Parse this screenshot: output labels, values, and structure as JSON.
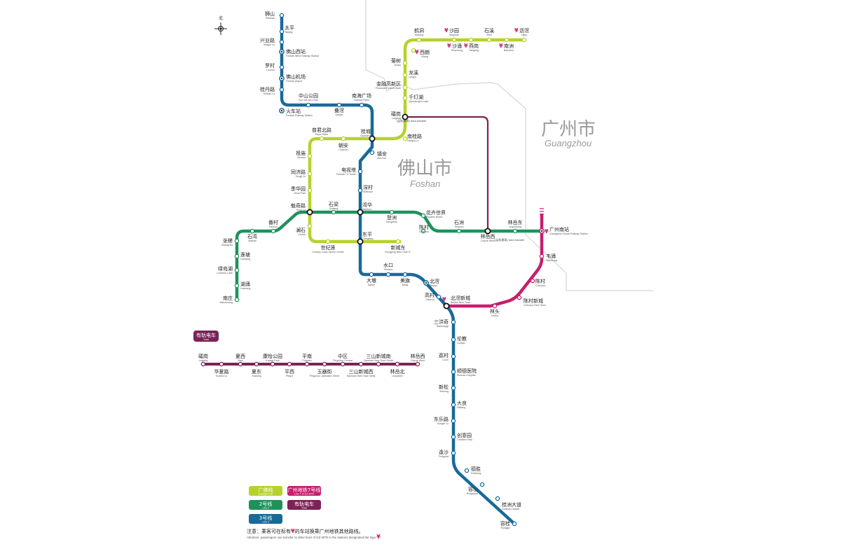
{
  "cities": {
    "foshan": {
      "cn": "佛山市",
      "en": "Foshan"
    },
    "guangzhou": {
      "cn": "广州市",
      "en": "Guangzhou"
    }
  },
  "compass": {
    "label": "北"
  },
  "colors": {
    "guangfo": "#b6d22a",
    "line2": "#20915b",
    "line3": "#176a9a",
    "gz7": "#c51f6e",
    "tram": "#7a2357",
    "boundary": "#d6d6d6"
  },
  "legend": {
    "guangfo": {
      "cn": "广佛线",
      "en": "Guangfo Line"
    },
    "gz7": {
      "cn": "广州地铁7号线",
      "en": "Line 7 of GZ MTR"
    },
    "line2": {
      "cn": "2号线",
      "en": "Line 2"
    },
    "tram": {
      "cn": "有轨电车",
      "en": "Tram"
    },
    "line3": {
      "cn": "3号线",
      "en": "Line 3"
    },
    "tram_box": {
      "cn": "有轨电车",
      "en": "Tram"
    }
  },
  "note": {
    "cn_prefix": "注意：乘客可在标有",
    "cn_suffix": "的车站换乘广州地铁其他路线。",
    "en": "Attention, passengers can transfer to other lines of GZ MTR in the stations designated the logo",
    "yuan": "¥"
  },
  "stations": {
    "s01": {
      "cn": "狮山",
      "en": "Shishan"
    },
    "s02": {
      "cn": "太平",
      "en": "Taiping"
    },
    "s03": {
      "cn": "兴业路",
      "en": "Xingye Lu"
    },
    "s04": {
      "cn": "佛山西站",
      "en": "Foshan West Railway Station"
    },
    "s05": {
      "cn": "罗村",
      "en": "Luocun"
    },
    "s06": {
      "cn": "佛山机场",
      "en": "Foshan Airport"
    },
    "s07": {
      "cn": "桂丹路",
      "en": "Guidan Lu"
    },
    "s08": {
      "cn": "火车站",
      "en": "Foshan Railway Station"
    },
    "s09": {
      "cn": "中山公园",
      "en": "Sun Yat-sen Park"
    },
    "s10": {
      "cn": "叠滘",
      "en": "Diejiao"
    },
    "s11": {
      "cn": "南海广场",
      "en": "Nanhai Plaza"
    },
    "s12": {
      "cn": "普君北路",
      "en": "Pujun Beilu"
    },
    "s13": {
      "cn": "朝安",
      "en": "Chao'an"
    },
    "s14": {
      "cn": "桂城",
      "en": "Guicheng"
    },
    "s15": {
      "cn": "南桂路",
      "en": "Nangui Lu"
    },
    "s16": {
      "cn": "祖庙",
      "en": "Zumiao"
    },
    "s17": {
      "cn": "同济路",
      "en": "Tongji Lu"
    },
    "s18": {
      "cn": "季华园",
      "en": "Jihua Park"
    },
    "s19": {
      "cn": "魁奇路",
      "en": "Kuiqi Lu"
    },
    "s20": {
      "cn": "澜石",
      "en": "Lanshi"
    },
    "s21": {
      "cn": "世纪莲",
      "en": "Century Lotus Sports Centre"
    },
    "s22": {
      "cn": "东平",
      "en": "Dongping"
    },
    "s23": {
      "cn": "新城东",
      "en": "Dongping New Town E."
    },
    "s24": {
      "cn": "镇安",
      "en": "Zhen'an"
    },
    "s25": {
      "cn": "电视塔",
      "en": "Foshan TV Tower"
    },
    "s26": {
      "cn": "深村",
      "en": "Shencun"
    },
    "s27": {
      "cn": "湾华",
      "en": "Wanhua"
    },
    "s28": {
      "cn": "石梁",
      "en": "Shiliang"
    },
    "s29": {
      "cn": "登洲",
      "en": "Dengzhou"
    },
    "s30": {
      "cn": "花卉世界",
      "en": "Flowers World"
    },
    "s31": {
      "cn": "陈村",
      "en": "Chencun"
    },
    "s32": {
      "cn": "石洲",
      "en": "Shizhou"
    },
    "s33": {
      "cn": "林岳西",
      "en": "Linyue West"
    },
    "s34": {
      "cn": "林岳东",
      "en": "Linyuedong"
    },
    "s35": {
      "cn": "广州南站",
      "en": "Guangzhou South Railway Station"
    },
    "s36": {
      "cn": "番村",
      "en": "Pancun"
    },
    "s37": {
      "cn": "石湾",
      "en": "Shiwan"
    },
    "s38": {
      "cn": "张槎",
      "en": "Zhangcha"
    },
    "s39": {
      "cn": "莲塘",
      "en": "Liantang"
    },
    "s40": {
      "cn": "绿岛湖",
      "en": "Lvdaohu Lake"
    },
    "s41": {
      "cn": "湖涌",
      "en": "Huchong"
    },
    "s42": {
      "cn": "南庄",
      "en": "Nanzhuang"
    },
    "s43": {
      "cn": "水口",
      "en": "Shuikou"
    },
    "s44": {
      "cn": "大墩",
      "en": "Dadun"
    },
    "s45": {
      "cn": "美旗",
      "en": "Meiqi"
    },
    "s46": {
      "cn": "北滘",
      "en": "Beijiao"
    },
    "s47": {
      "cn": "高村",
      "en": "Gaocun"
    },
    "s48": {
      "cn": "北滘新城",
      "en": "Beijiao New Town"
    },
    "s49": {
      "cn": "林头",
      "en": "Lintou"
    },
    "s50": {
      "cn": "陈村新城",
      "en": "Chencun New Town"
    },
    "s51": {
      "cn": "陈村",
      "en": "Chencun"
    },
    "s52": {
      "cn": "韦涌",
      "en": "Weichong"
    },
    "s53": {
      "cn": "三洪奇",
      "en": "Sanhongqi"
    },
    "s54": {
      "cn": "伦教",
      "en": "Lunjiao"
    },
    "s55": {
      "cn": "荔村",
      "en": "Licun"
    },
    "s56": {
      "cn": "顺德医院",
      "en": "Shunde Hospital"
    },
    "s57": {
      "cn": "新松",
      "en": "Xinsong"
    },
    "s58": {
      "cn": "大良",
      "en": "Daliang"
    },
    "s59": {
      "cn": "东乐路",
      "en": "Dongle Lu"
    },
    "s60": {
      "cn": "创意园",
      "en": "Creation Park"
    },
    "s61": {
      "cn": "逢沙",
      "en": "Fengsha"
    },
    "s62": {
      "cn": "德胜",
      "en": "Desheng"
    },
    "s63": {
      "cn": "容山",
      "en": "Rongshan"
    },
    "s64": {
      "cn": "桂洲大道",
      "en": "Guizhou Dadao"
    },
    "s65": {
      "cn": "容桂",
      "en": "Ronggui"
    },
    "s66": {
      "cn": "鹤洞",
      "en": "Hedong"
    },
    "s67": {
      "cn": "沙园",
      "en": "Shayuan"
    },
    "s68": {
      "cn": "石溪",
      "en": "Shixi"
    },
    "s69": {
      "cn": "沥滘",
      "en": "Lijiao"
    },
    "s70": {
      "cn": "西朗",
      "en": "Xilang"
    },
    "s71": {
      "cn": "沙涌",
      "en": "Shachong"
    },
    "s72": {
      "cn": "燕岗",
      "en": "Yangang"
    },
    "s73": {
      "cn": "南洲",
      "en": "Nanzhou"
    },
    "s74": {
      "cn": "菊树",
      "en": "Jushu"
    },
    "s75": {
      "cn": "龙溪",
      "en": "Longxi"
    },
    "s76": {
      "cn": "金融高新区",
      "en": "Financial Hi-tech Zone"
    },
    "s77": {
      "cn": "千灯湖",
      "en": "Qiandenghu Lake"
    },
    "s78": {
      "cn": "礌岗",
      "en": "Leigang"
    },
    "s79": {
      "cn": "(云轨换乘)",
      "en": "tram transfer"
    },
    "s80": {
      "cn": "(云轨换乘)",
      "en": "tram transfer"
    }
  },
  "tram_stations": {
    "t01": {
      "cn": "礌岗",
      "en": "Leigang"
    },
    "t02": {
      "cn": "华夏路",
      "en": "Huaxia Lu"
    },
    "t03": {
      "cn": "夏西",
      "en": "Xiaxi"
    },
    "t04": {
      "cn": "夏东",
      "en": "Xiadong"
    },
    "t05": {
      "cn": "康怡公园",
      "en": "Kangyi Park"
    },
    "t06": {
      "cn": "平西",
      "en": "Pingxi"
    },
    "t07": {
      "cn": "平南",
      "en": "Pingnan"
    },
    "t08": {
      "cn": "玉器街",
      "en": "Pingzhou Jadeware Street"
    },
    "t09": {
      "cn": "中区",
      "en": "Pingzhou Central"
    },
    "t10": {
      "cn": "三山新城西",
      "en": "Sanshan New Town West"
    },
    "t11": {
      "cn": "三山新城南",
      "en": "Sanshan New Town South"
    },
    "t12": {
      "cn": "林岳北",
      "en": "Linyuebei"
    },
    "t13": {
      "cn": "林岳西",
      "en": "Linyue West"
    }
  }
}
